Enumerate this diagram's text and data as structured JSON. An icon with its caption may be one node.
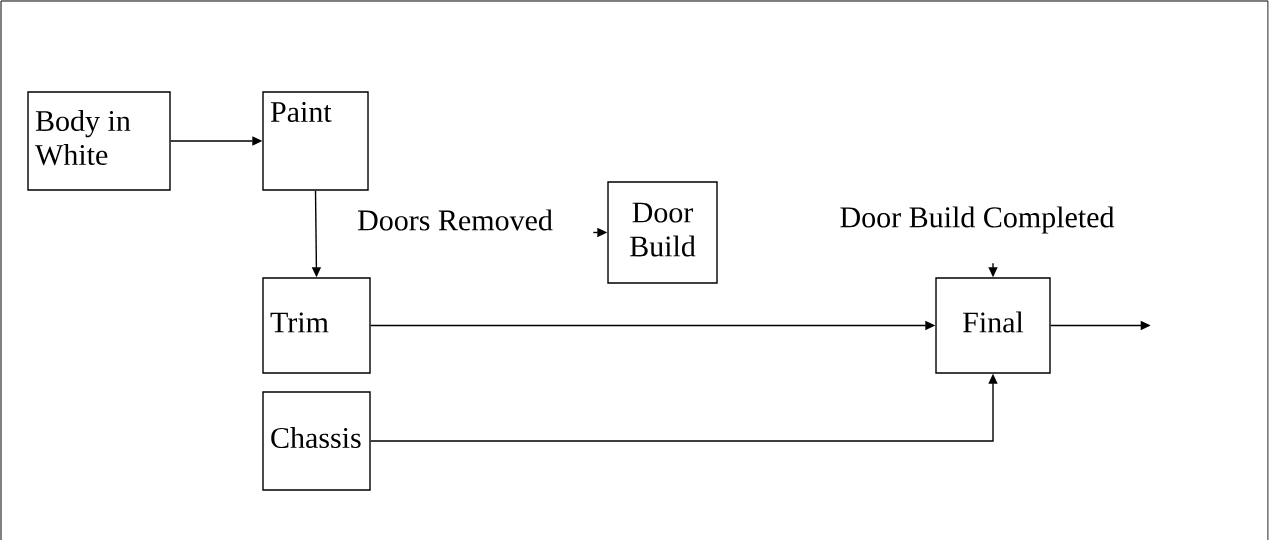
{
  "diagram": {
    "nodes": [
      {
        "text": [
          "Body in White"
        ]
      },
      {
        "text": [
          "Paint"
        ]
      },
      {
        "text": [
          "Door Build"
        ]
      },
      {
        "text": [
          "Trim"
        ]
      },
      {
        "text": [
          "Final"
        ]
      },
      {
        "text": [
          "Chassis"
        ]
      }
    ],
    "edges": [
      {
        "from": 0,
        "to": 1,
        "arrow": "to"
      },
      {
        "from": 1,
        "to": 3,
        "arrow": "to"
      },
      {
        "from": null,
        "to": 2,
        "arrow": "to"
      },
      {
        "from": null,
        "to": 4,
        "arrow": "to"
      },
      {
        "from": 3,
        "to": 4,
        "arrow": "to"
      },
      {
        "from": 5,
        "to": 4,
        "arrow": "to"
      },
      {
        "from": 4,
        "to": null,
        "arrow": "to"
      }
    ],
    "labels": [
      "Doors Removed",
      "Door Build Completed"
    ]
  }
}
